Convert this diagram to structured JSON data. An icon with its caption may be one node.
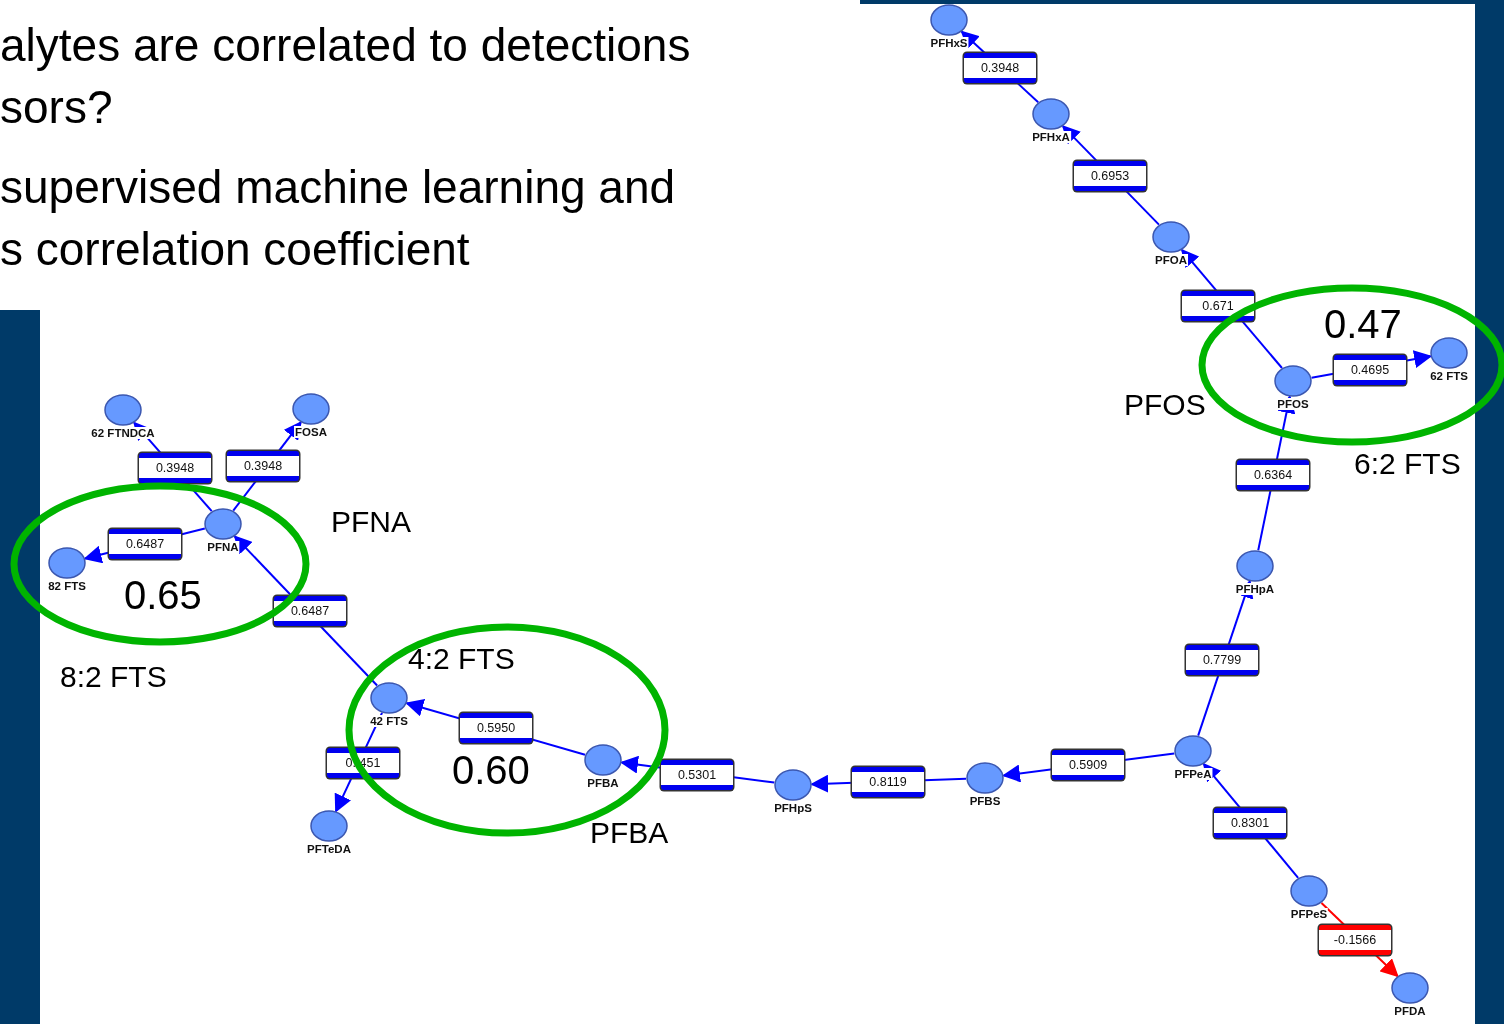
{
  "diagram": {
    "nodes": [
      {
        "text": [
          "PFHxS"
        ]
      },
      {
        "text": [
          "PFHxA"
        ]
      },
      {
        "text": [
          "PFOA"
        ]
      },
      {
        "text": [
          "PFOS"
        ]
      },
      {
        "text": [
          "62 FTS"
        ]
      },
      {
        "text": [
          "PFHpA"
        ]
      },
      {
        "text": [
          "PFPeA"
        ]
      },
      {
        "text": [
          "PFPeS"
        ]
      },
      {
        "text": [
          "PFDA"
        ]
      },
      {
        "text": [
          "PFBS"
        ]
      },
      {
        "text": [
          "PFHpS"
        ]
      },
      {
        "text": [
          "PFBA"
        ]
      },
      {
        "text": [
          "42 FTS"
        ]
      },
      {
        "text": [
          "PFTeDA"
        ]
      },
      {
        "text": [
          "PFNA"
        ]
      },
      {
        "text": [
          "82 FTS"
        ]
      },
      {
        "text": [
          "62 FTNDCA"
        ]
      },
      {
        "text": [
          "FOSA"
        ]
      }
    ],
    "edges": [
      {
        "from": 1,
        "to": 0,
        "arrow": "to",
        "label": "0.3948"
      },
      {
        "from": 2,
        "to": 1,
        "arrow": "to",
        "label": "0.6953"
      },
      {
        "from": 3,
        "to": 2,
        "arrow": "to",
        "label": "0.671"
      },
      {
        "from": 3,
        "to": 4,
        "arrow": "to",
        "label": "0.4695"
      },
      {
        "from": 5,
        "to": 3,
        "arrow": "to",
        "label": "0.6364"
      },
      {
        "from": 6,
        "to": 5,
        "arrow": "to",
        "label": "0.7799"
      },
      {
        "from": 7,
        "to": 6,
        "arrow": "to",
        "label": "0.8301"
      },
      {
        "from": 7,
        "to": 8,
        "arrow": "to",
        "label": "-0.1566",
        "color": "#ff0000"
      },
      {
        "from": 6,
        "to": 9,
        "arrow": "to",
        "label": "0.5909"
      },
      {
        "from": 9,
        "to": 10,
        "arrow": "to",
        "label": "0.8119"
      },
      {
        "from": 10,
        "to": 11,
        "arrow": "to",
        "label": "0.5301"
      },
      {
        "from": 11,
        "to": 12,
        "arrow": "to",
        "label": "0.5950"
      },
      {
        "from": 12,
        "to": 13,
        "arrow": "to",
        "label": "0. 451"
      },
      {
        "from": 12,
        "to": 14,
        "arrow": "to",
        "label": "0.6487"
      },
      {
        "from": 14,
        "to": 15,
        "arrow": "to",
        "label": "0.6487"
      },
      {
        "from": 14,
        "to": 16,
        "arrow": "to",
        "label": "0.3948"
      },
      {
        "from": 14,
        "to": 17,
        "arrow": "to",
        "label": "0.3948"
      }
    ],
    "labels": [
      "alytes are correlated to detections",
      "sors?",
      "supervised machine learning and",
      "s correlation coefficient",
      "0.47",
      "PFOS",
      "6:2 FTS",
      "PFNA",
      "0.65",
      "8:2 FTS",
      "4:2 FTS",
      "0.60",
      "PFBA"
    ]
  }
}
